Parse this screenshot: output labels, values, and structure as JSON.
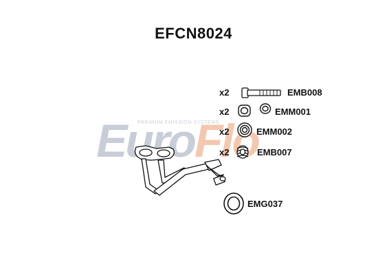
{
  "part_number": "EFCN8024",
  "watermark": {
    "brand": "EuroFlo",
    "brand_part_1": "Euro",
    "brand_part_2": "Flo",
    "tagline": "PREMIUM EMISSION SYSTEMS",
    "colors": {
      "euro": "#c8cdd8",
      "flo": "#f4c8b0"
    }
  },
  "components": [
    {
      "qty": "x2",
      "code": "EMB008",
      "icon": "bolt-icon"
    },
    {
      "qty": "x2",
      "code": "EMM001",
      "icon": "mounting-icon"
    },
    {
      "qty": "x2",
      "code": "EMM002",
      "icon": "rubber-ring-icon"
    },
    {
      "qty": "x2",
      "code": "EMB007",
      "icon": "spring-icon"
    },
    {
      "qty": "",
      "code": "EMG037",
      "icon": "gasket-icon"
    }
  ],
  "main_part_icon": "front-pipe-icon"
}
